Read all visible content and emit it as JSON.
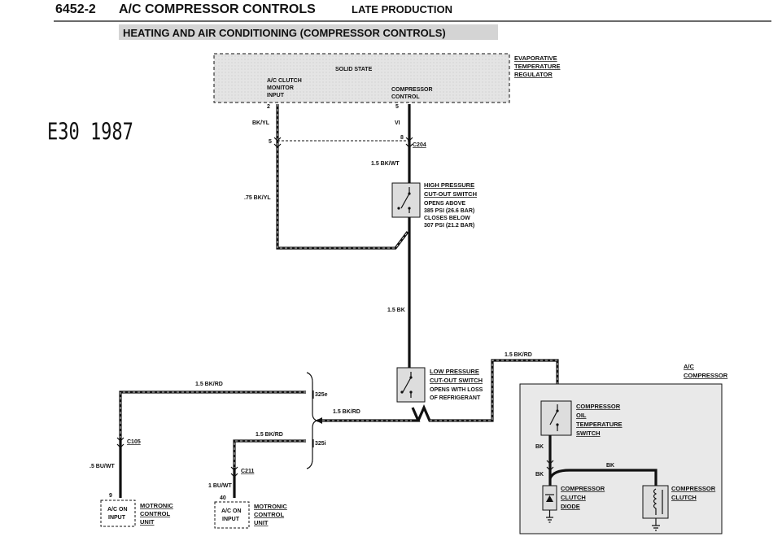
{
  "header": {
    "page_code": "6452-2",
    "title": "A/C COMPRESSOR CONTROLS",
    "production": "LATE PRODUCTION",
    "subtitle": "HEATING AND AIR CONDITIONING (COMPRESSOR CONTROLS)"
  },
  "annotation": "E30 1987",
  "regulator": {
    "title_l1": "EVAPORATIVE",
    "title_l2": "TEMPERATURE",
    "title_l3": "REGULATOR",
    "solid_state": "SOLID STATE",
    "input_l1": "A/C CLUTCH",
    "input_l2": "MONITOR",
    "input_l3": "INPUT",
    "output_l1": "COMPRESSOR",
    "output_l2": "CONTROL",
    "pin_in": "2",
    "pin_out": "5"
  },
  "wires": {
    "bk_yl": "BK/YL",
    "vi": "VI",
    "pin_5": "5",
    "pin_8": "8",
    "c204": "C204",
    "bk_wt_15": "1.5 BK/WT",
    "bk_yl_75": ".75 BK/YL",
    "bk_15": "1.5 BK",
    "bk_rd_15_top": "1.5 BK/RD",
    "bk_rd_15_left": "1.5 BK/RD",
    "bk_rd_15_mid": "1.5 BK/RD",
    "bk_rd_15_low": "1.5 BK/RD",
    "bracket_325e": "325e",
    "bracket_325i": "325i",
    "c105": "C105",
    "bu_wt_5": ".5 BU/WT",
    "c211": "C211",
    "bu_wt_1": "1 BU/WT",
    "bk_a": "BK",
    "bk_b": "BK",
    "bk_c": "BK"
  },
  "high_pressure": {
    "title_l1": "HIGH PRESSURE",
    "title_l2": "CUT-OUT SWITCH",
    "d1": "OPENS ABOVE",
    "d2": "385 PSI (26.6 BAR)",
    "d3": "CLOSES BELOW",
    "d4": "307 PSI (21.2 BAR)"
  },
  "low_pressure": {
    "title_l1": "LOW PRESSURE",
    "title_l2": "CUT-OUT SWITCH",
    "d1": "OPENS WITH LOSS",
    "d2": "OF REFRIGERANT"
  },
  "compressor": {
    "title_l1": "A/C",
    "title_l2": "COMPRESSOR",
    "oil_l1": "COMPRESSOR",
    "oil_l2": "OIL",
    "oil_l3": "TEMPERATURE",
    "oil_l4": "SWITCH",
    "diode_l1": "COMPRESSOR",
    "diode_l2": "CLUTCH",
    "diode_l3": "DIODE",
    "clutch_l1": "COMPRESSOR",
    "clutch_l2": "CLUTCH"
  },
  "motronic_a": {
    "pin": "9",
    "box_l1": "A/C ON",
    "box_l2": "INPUT",
    "label_l1": "MOTRONIC",
    "label_l2": "CONTROL",
    "label_l3": "UNIT"
  },
  "motronic_b": {
    "pin": "40",
    "box_l1": "A/C ON",
    "box_l2": "INPUT",
    "label_l1": "MOTRONIC",
    "label_l2": "CONTROL",
    "label_l3": "UNIT"
  },
  "colors": {
    "ink": "#111111",
    "panel": "#e4e4e4",
    "compressor_panel": "#e9e9e9"
  }
}
